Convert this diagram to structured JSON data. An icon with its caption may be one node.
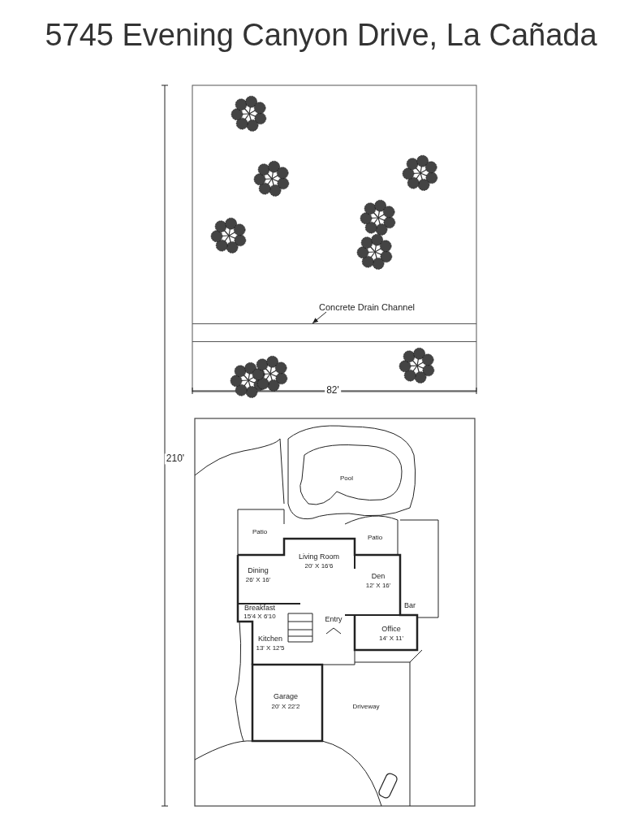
{
  "diagram": {
    "title": "5745 Evening Canyon Drive, La Cañada",
    "nodes": [
      {
        "text": [
          "Concrete Drain Channel"
        ]
      },
      {
        "text": [],
        "shape": "band"
      }
    ],
    "edges": [
      {
        "from": 0,
        "to": 1,
        "arrow": "to"
      }
    ],
    "labels": [
      "82'",
      "210'",
      "Pool",
      "Patio",
      "Patio",
      "Living Room",
      "20' X 16'6",
      "Dining",
      "26' X 16'",
      "Den",
      "12' X 16'",
      "Breakfast",
      "15'4 X 6'10",
      "Bar",
      "Entry",
      "Office",
      "14' X 11'",
      "Kitchen",
      "13' X 12'5",
      "Garage",
      "20' X 22'2",
      "Driveway"
    ]
  }
}
